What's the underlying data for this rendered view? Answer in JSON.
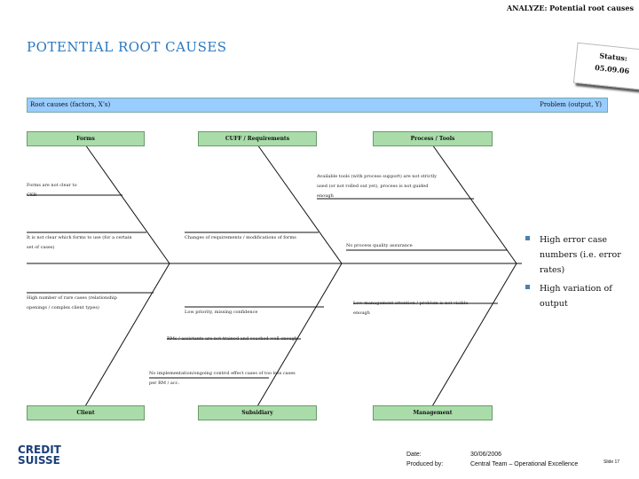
{
  "header_tag": "ANALYZE: Potential root causes",
  "title": "POTENTIAL ROOT CAUSES",
  "status": {
    "label": "Status:",
    "date": "05.09.06"
  },
  "band": {
    "left": "Root causes (factors, X’s)",
    "right": "Problem (output, Y)"
  },
  "categories": {
    "forms": "Forms",
    "cuff": "CUFF / Requirements",
    "process": "Process / Tools",
    "client": "Client",
    "subsidiary": "Subsidiary",
    "management": "Management"
  },
  "causes": {
    "c1_line1": "Forms are not clear to",
    "c1_line2": "CKR",
    "c2_line1": "It is not clear which forms to use (for a certain",
    "c2_line2": "set of cases)",
    "c3_line1": "High number of rare cases (relationship",
    "c3_line2": "openings / complex client types)",
    "c4": "Changes of requirements / modifications of forms",
    "c5": "Low priority, missing confidence",
    "c6_line1": "Available tools (with process support) are not strictly",
    "c6_line2": "used (or not rolled out yet), process is not guided",
    "c6_line3": "enough",
    "c7": "No process quality assurance",
    "c8_line1": "Low management attention / problem is not visible",
    "c8_line2": "enough",
    "c9": "RMs / assistants are not trained and coached well enough",
    "c10_line1": "No implementation/ongoing control effect cases of too less cases",
    "c10_line2": "per RM / acc."
  },
  "problems": [
    "High error case numbers (i.e. error rates)",
    "High variation of output"
  ],
  "logo": {
    "line1": "CREDIT",
    "line2": "SUISSE"
  },
  "footer": {
    "date_label": "Date:",
    "date_value": "30/06/2006",
    "produced_label": "Produced by:",
    "produced_value": "Central Team – Operational Excellence",
    "slide": "Slide 17"
  },
  "colors": {
    "title": "#2a78c0",
    "band": "#99ccff",
    "category": "#a9dca9",
    "logo": "#1a3f7a"
  }
}
